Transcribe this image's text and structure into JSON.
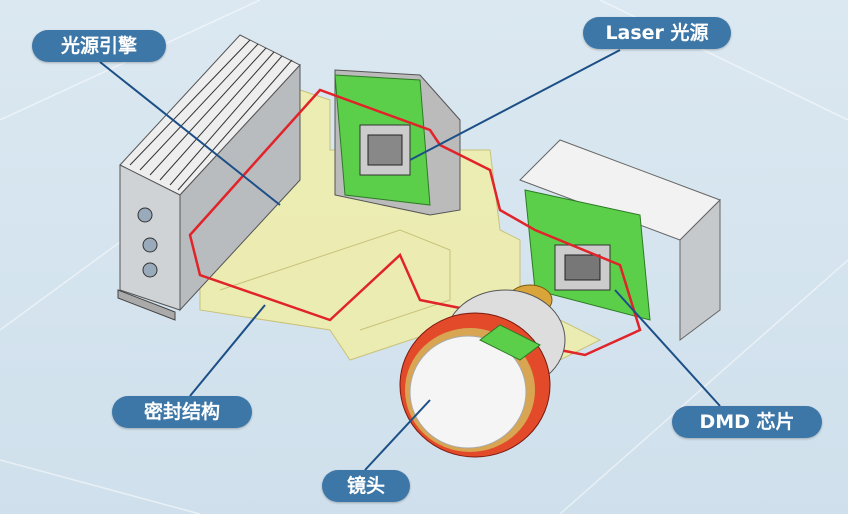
{
  "labels": {
    "light_engine": "光源引擎",
    "laser_source": "Laser 光源",
    "sealing_structure": "密封结构",
    "lens": "镜头",
    "dmd_chip": "DMD 芯片"
  },
  "colors": {
    "label_bg": "#3d77a7",
    "seal_path": "#e0242a",
    "pcb": "#5ccf4a",
    "enclosure": "#f3ef9e"
  }
}
